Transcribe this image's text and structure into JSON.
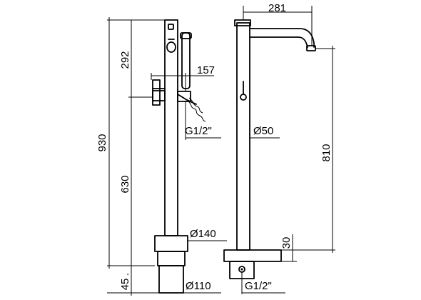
{
  "dimensions": {
    "total_height": "930",
    "upper_height": "292",
    "lower_height": "630",
    "base_height": "45",
    "spout_reach": "281",
    "spout_height": "810",
    "handshower_offset": "157",
    "base_plate_height": "30"
  },
  "diameters": {
    "base_top": "Ø140",
    "base_bottom": "Ø110",
    "column": "Ø50"
  },
  "connections": {
    "handshower_thread": "G1/2\"",
    "floor_thread": "G1/2\""
  }
}
